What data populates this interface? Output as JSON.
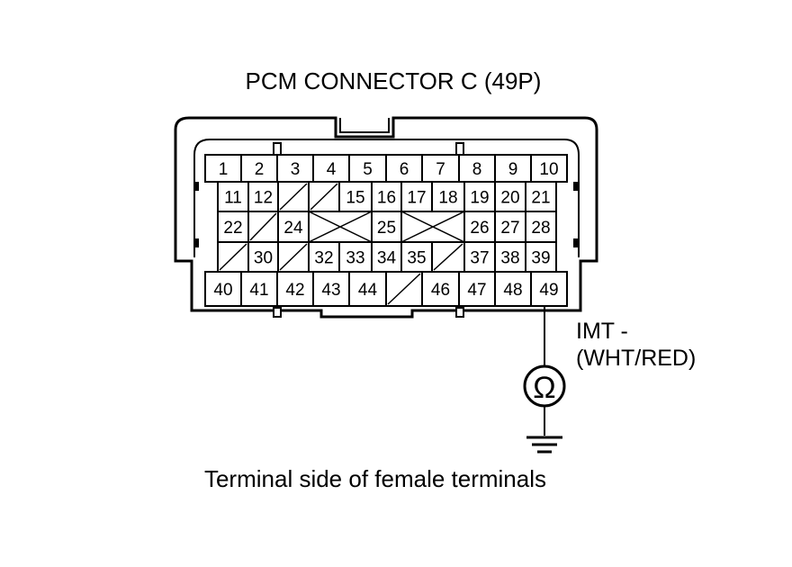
{
  "title": "PCM CONNECTOR C (49P)",
  "caption": "Terminal side of female terminals",
  "wire": {
    "signal": "IMT  -",
    "color": "(WHT/RED)"
  },
  "meter_symbol": "Ω",
  "rows": [
    [
      "1",
      "2",
      "3",
      "4",
      "5",
      "6",
      "7",
      "8",
      "9",
      "10"
    ],
    [
      "11",
      "12",
      "",
      "",
      "15",
      "16",
      "17",
      "18",
      "19",
      "20",
      "21"
    ],
    [
      "22",
      "",
      "24",
      "",
      "25",
      "",
      "26",
      "27",
      "28"
    ],
    [
      "",
      "30",
      "",
      "32",
      "33",
      "34",
      "35",
      "",
      "37",
      "38",
      "39"
    ],
    [
      "40",
      "41",
      "42",
      "43",
      "44",
      "",
      "46",
      "47",
      "48",
      "49"
    ]
  ]
}
